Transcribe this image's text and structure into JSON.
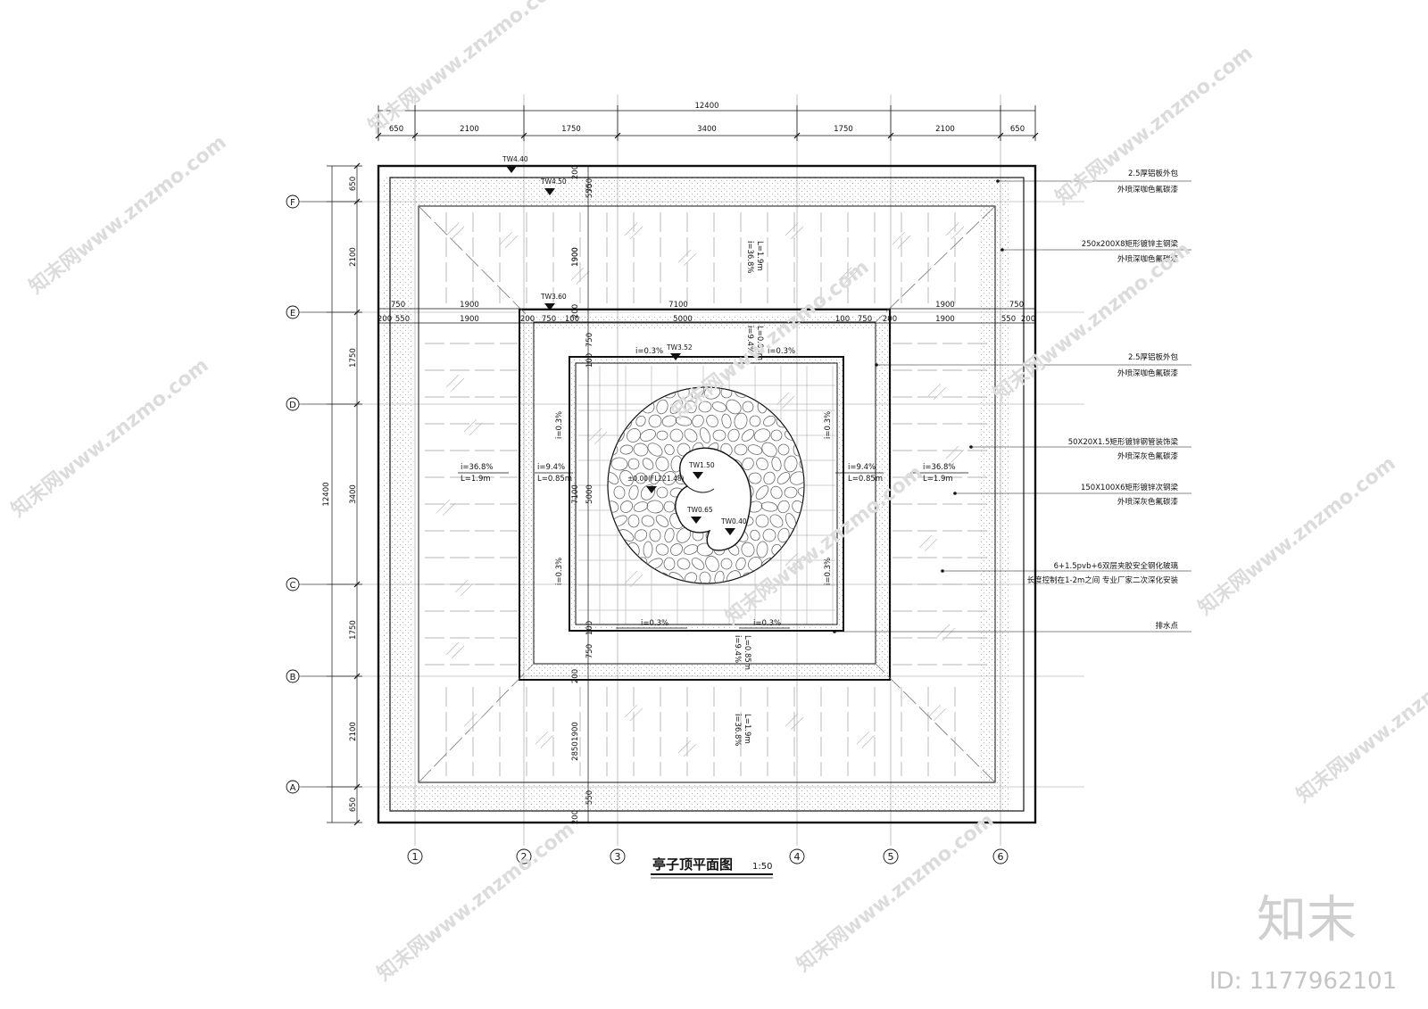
{
  "title": "亭子顶平面图",
  "scale": "1:50",
  "dims": {
    "top_total": "12400",
    "top_row": [
      "650",
      "2100",
      "1750",
      "3400",
      "1750",
      "2100",
      "650"
    ],
    "left_total": "12400",
    "left_col": [
      "650",
      "2100",
      "1750",
      "3400",
      "1750",
      "2100",
      "650"
    ],
    "inner_row1": [
      "750",
      "1900",
      "7100",
      "1900",
      "750"
    ],
    "inner_row2": [
      "200",
      "550",
      "1900",
      "200",
      "750",
      "100",
      "5000",
      "100",
      "750",
      "200",
      "1900",
      "550",
      "200"
    ],
    "vert_top": [
      "200",
      "750",
      "550",
      "1900",
      "1900"
    ],
    "vert_mid": [
      "200",
      "750",
      "100",
      "7100",
      "5000",
      "100",
      "750",
      "200"
    ],
    "vert_bot": [
      "2850",
      "1900",
      "550",
      "200"
    ]
  },
  "grid_rows": [
    "F",
    "E",
    "D",
    "C",
    "B",
    "A"
  ],
  "grid_cols": [
    "1",
    "2",
    "3",
    "4",
    "5",
    "6"
  ],
  "elevations": {
    "tw440": "TW4.40",
    "tw450": "TW4.50",
    "tw360": "TW3.60",
    "tw352": "TW3.52",
    "tw150": "TW1.50",
    "tw065": "TW0.65",
    "tw040": "TW0.40",
    "fl": "±0.00(FL221.48)"
  },
  "slopes": {
    "i368": "i=36.8%",
    "l19": "L=1.9m",
    "i94": "i=9.4%",
    "l085": "L=0.85m",
    "i03": "i=0.3%"
  },
  "annotations": [
    {
      "line1": "2.5厚铝板外包",
      "line2": "外喷深咖色氟碳漆"
    },
    {
      "line1": "250x200X8矩形镀锌主钢梁",
      "line2": "外喷深咖色氟碳漆"
    },
    {
      "line1": "2.5厚铝板外包",
      "line2": "外喷深咖色氟碳漆"
    },
    {
      "line1": "50X20X1.5矩形镀锌钢管装饰梁",
      "line2": "外喷深灰色氟碳漆"
    },
    {
      "line1": "150X100X6矩形镀锌次钢梁",
      "line2": "外喷深灰色氟碳漆"
    },
    {
      "line1": "6+1.5pvb+6双层夹胶安全钢化玻璃",
      "line2": "长度控制在1-2m之间 专业厂家二次深化安装"
    },
    {
      "line1": "排水点",
      "line2": ""
    }
  ],
  "watermark": {
    "text": "知末网www.znzmo.com",
    "logo": "知末",
    "id": "ID: 1177962101"
  }
}
